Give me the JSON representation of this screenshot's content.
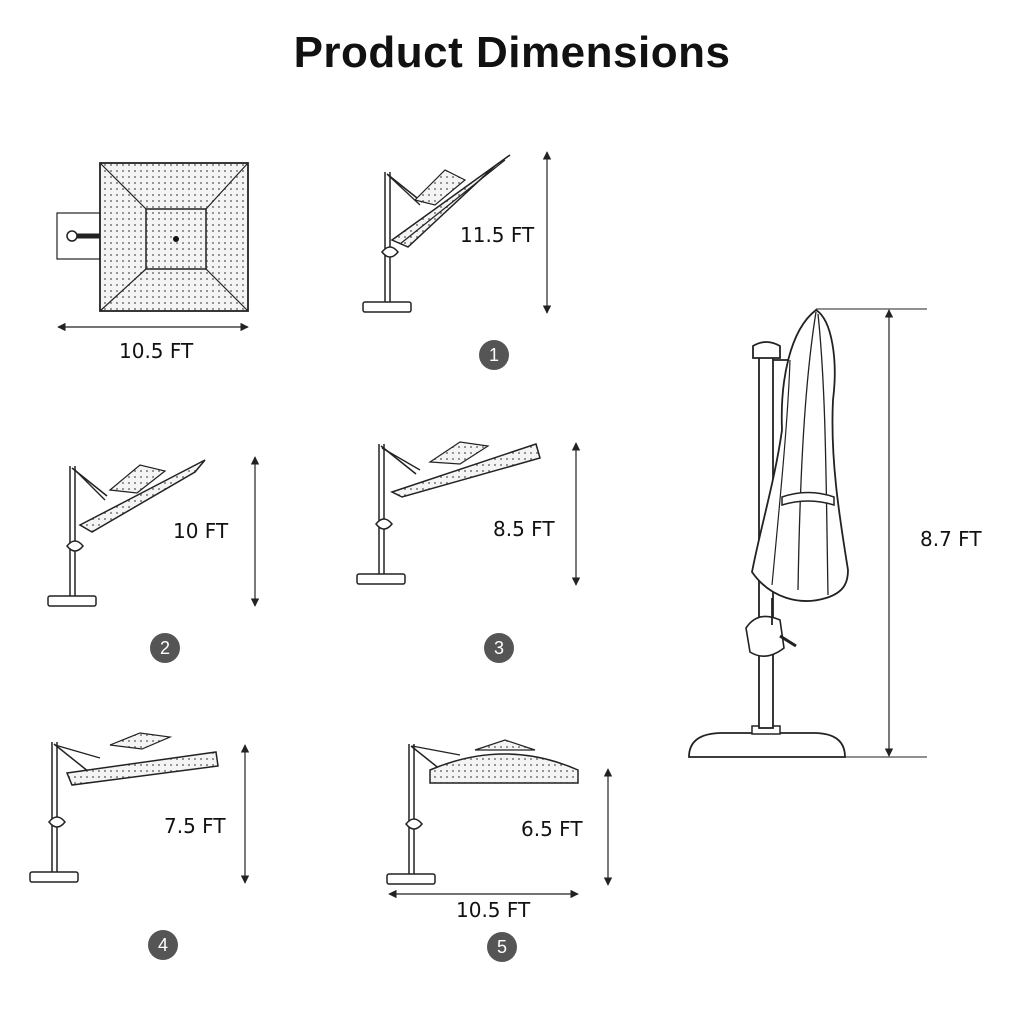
{
  "title": "Product Dimensions",
  "top_view": {
    "width_label": "10.5 FT"
  },
  "positions": [
    {
      "badge": "1",
      "height_label": "11.5 FT"
    },
    {
      "badge": "2",
      "height_label": "10 FT"
    },
    {
      "badge": "3",
      "height_label": "8.5 FT"
    },
    {
      "badge": "4",
      "height_label": "7.5 FT"
    },
    {
      "badge": "5",
      "height_label": "6.5 FT",
      "width_label": "10.5 FT"
    }
  ],
  "closed_view": {
    "height_label": "8.7 FT"
  },
  "colors": {
    "line": "#222222",
    "canopy": "#e6e6e6",
    "badge": "#555555"
  }
}
